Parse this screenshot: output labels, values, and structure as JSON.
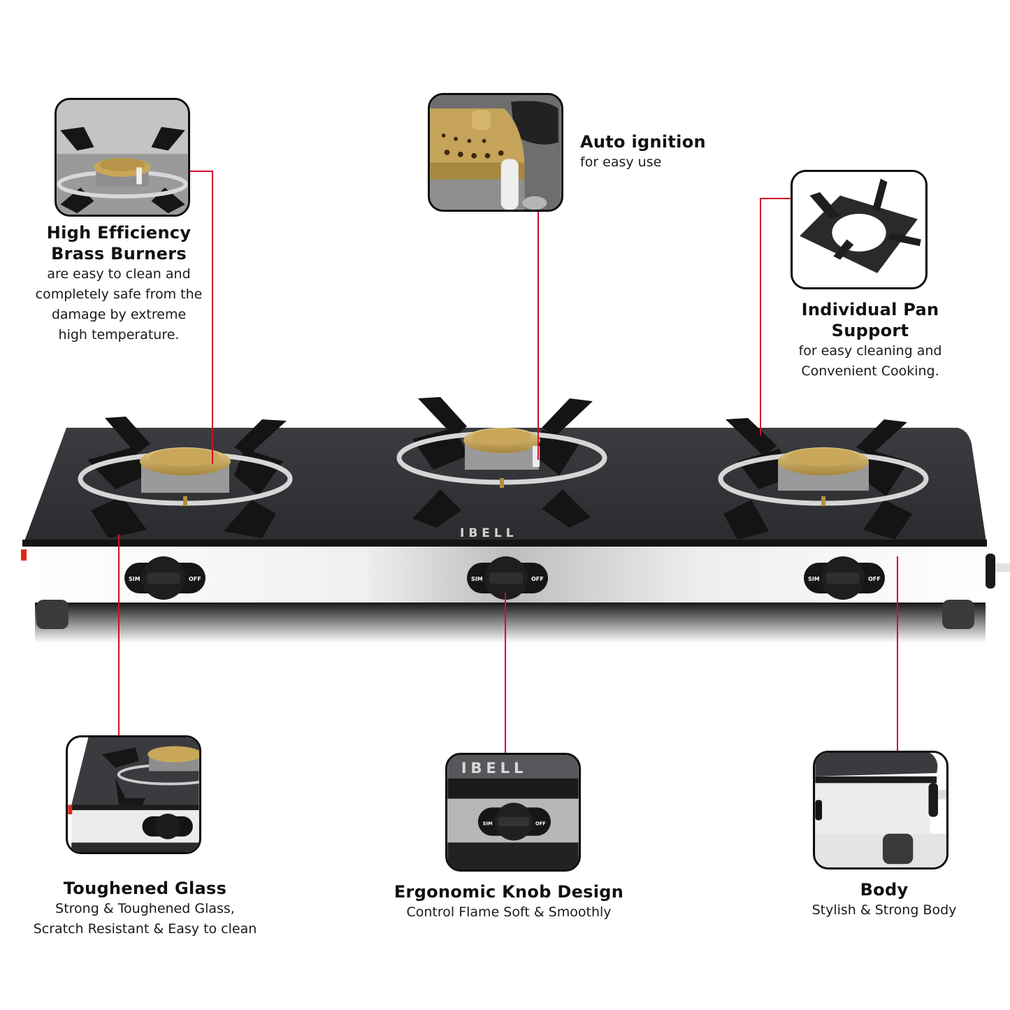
{
  "product": {
    "brand_mark": "IBELL",
    "type": "3 burner glass top gas stove",
    "knob_labels": {
      "sim": "SIM",
      "off": "OFF"
    },
    "knob_count": 3,
    "burner_count": 3
  },
  "colors": {
    "callout_line": "#d0102a",
    "glass_top": "#2c2d30",
    "steel_body": "#e8e8e8",
    "brass": "#c9a75a",
    "text": "#111111"
  },
  "features": {
    "burners": {
      "title_line1": "High Efficiency",
      "title_line2": "Brass Burners",
      "desc_lines": [
        "are easy to clean and",
        "completely safe from the",
        "damage by extreme",
        "high temperature."
      ],
      "thumb_icon": "brass-burner-closeup"
    },
    "ignition": {
      "title": "Auto ignition",
      "desc": "for easy use",
      "thumb_icon": "auto-ignition-closeup"
    },
    "pan_support": {
      "title": "Individual Pan Support",
      "desc_lines": [
        "for easy cleaning and",
        "Convenient Cooking."
      ],
      "thumb_icon": "pan-support-closeup"
    },
    "glass": {
      "title": "Toughened Glass",
      "desc_lines": [
        "Strong & Toughened Glass,",
        "Scratch Resistant & Easy to clean"
      ],
      "thumb_icon": "toughened-glass-closeup"
    },
    "knob": {
      "title": "Ergonomic Knob Design",
      "desc": "Control Flame Soft & Smoothly",
      "thumb_icon": "knob-closeup"
    },
    "body": {
      "title": "Body",
      "desc": "Stylish & Strong Body",
      "thumb_icon": "body-closeup"
    }
  }
}
